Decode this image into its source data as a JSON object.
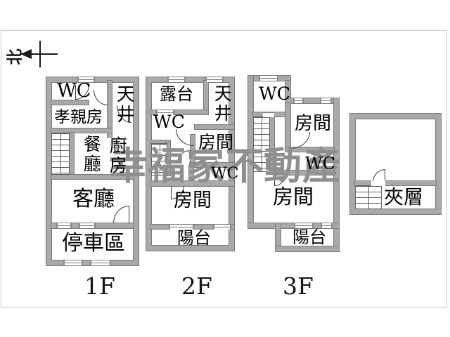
{
  "compass": {
    "north": "北"
  },
  "watermark": {
    "text": "幸福家不動產"
  },
  "floors": {
    "f1": {
      "name": "1F",
      "wc": "WC",
      "light_well": "天井",
      "elder_room": "孝親房",
      "dining": "餐廳",
      "kitchen": "廚房",
      "living": "客廳",
      "parking": "停車區"
    },
    "f2": {
      "name": "2F",
      "terrace": "露台",
      "light_well": "天井",
      "wc_upper": "WC",
      "room_mid": "房間",
      "wc_lower": "WC",
      "room_lower": "房間",
      "balcony": "陽台"
    },
    "f3": {
      "name": "3F",
      "wc_upper": "WC",
      "room_upper": "房間",
      "wc_lower": "WC",
      "room_lower": "房間",
      "balcony": "陽台"
    },
    "mezzanine": {
      "label": "夾層"
    }
  }
}
